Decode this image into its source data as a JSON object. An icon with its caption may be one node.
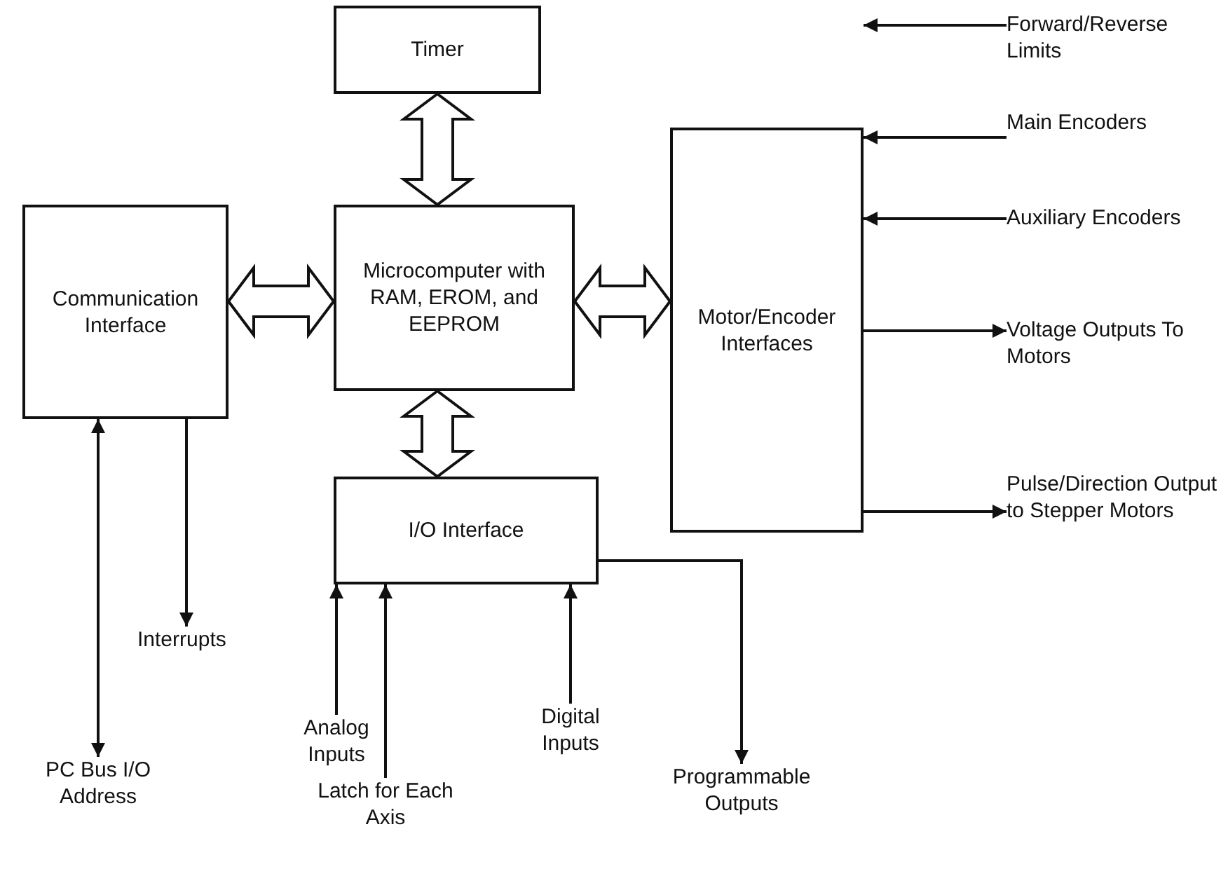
{
  "diagram": {
    "nodes": [
      {
        "text": [
          "Timer"
        ]
      },
      {
        "text": [
          "Communication Interface"
        ]
      },
      {
        "text": [
          "Microcomputer with RAM, EROM, and EEPROM"
        ]
      },
      {
        "text": [
          "Motor/Encoder Interfaces"
        ]
      },
      {
        "text": [
          "I/O Interface"
        ]
      },
      {
        "text": [
          "Forward/Reverse Limits"
        ]
      },
      {
        "text": [
          "Main Encoders"
        ]
      },
      {
        "text": [
          "Auxiliary Encoders"
        ]
      },
      {
        "text": [
          "Voltage Outputs To Motors"
        ]
      },
      {
        "text": [
          "Pulse/Direction Output to Stepper Motors"
        ]
      },
      {
        "text": [
          "Interrupts"
        ]
      },
      {
        "text": [
          "PC Bus I/O Address"
        ]
      },
      {
        "text": [
          "Analog Inputs"
        ]
      },
      {
        "text": [
          "Latch for Each Axis"
        ]
      },
      {
        "text": [
          "Digital Inputs"
        ]
      },
      {
        "text": [
          "Programmable Outputs"
        ]
      }
    ],
    "edges": [
      {
        "from": 0,
        "to": 2,
        "arrow": "both",
        "style": "thick"
      },
      {
        "from": 1,
        "to": 2,
        "arrow": "both",
        "style": "thick"
      },
      {
        "from": 2,
        "to": 3,
        "arrow": "both",
        "style": "thick"
      },
      {
        "from": 2,
        "to": 4,
        "arrow": "both",
        "style": "thick"
      },
      {
        "from": 5,
        "to": 3,
        "arrow": "to"
      },
      {
        "from": 6,
        "to": 3,
        "arrow": "to"
      },
      {
        "from": 7,
        "to": 3,
        "arrow": "to"
      },
      {
        "from": 3,
        "to": 8,
        "arrow": "to"
      },
      {
        "from": 3,
        "to": 9,
        "arrow": "to"
      },
      {
        "from": 1,
        "to": 10,
        "arrow": "to"
      },
      {
        "from": 1,
        "to": 11,
        "arrow": "both"
      },
      {
        "from": 12,
        "to": 4,
        "arrow": "to"
      },
      {
        "from": 13,
        "to": 4,
        "arrow": "to"
      },
      {
        "from": 14,
        "to": 4,
        "arrow": "to"
      },
      {
        "from": 4,
        "to": 15,
        "arrow": "to"
      }
    ]
  }
}
